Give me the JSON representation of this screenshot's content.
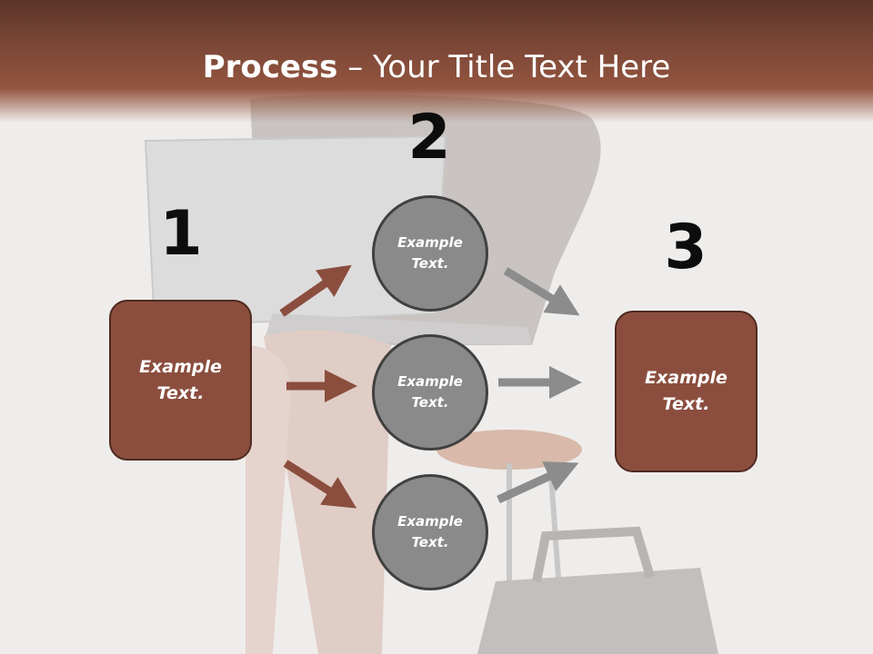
{
  "title": {
    "bold": "Process",
    "rest": " – Your Title Text Here"
  },
  "steps": {
    "one": "1",
    "two": "2",
    "three": "3"
  },
  "left_box": {
    "text": "Example Text."
  },
  "circles": [
    {
      "text": "Example Text."
    },
    {
      "text": "Example Text."
    },
    {
      "text": "Example Text."
    }
  ],
  "right_box": {
    "text": "Example Text."
  },
  "colors": {
    "accent_brown": "#8b4e3e",
    "circle_gray": "#8a8a8a",
    "arrow_gray": "#8c8c8c"
  }
}
